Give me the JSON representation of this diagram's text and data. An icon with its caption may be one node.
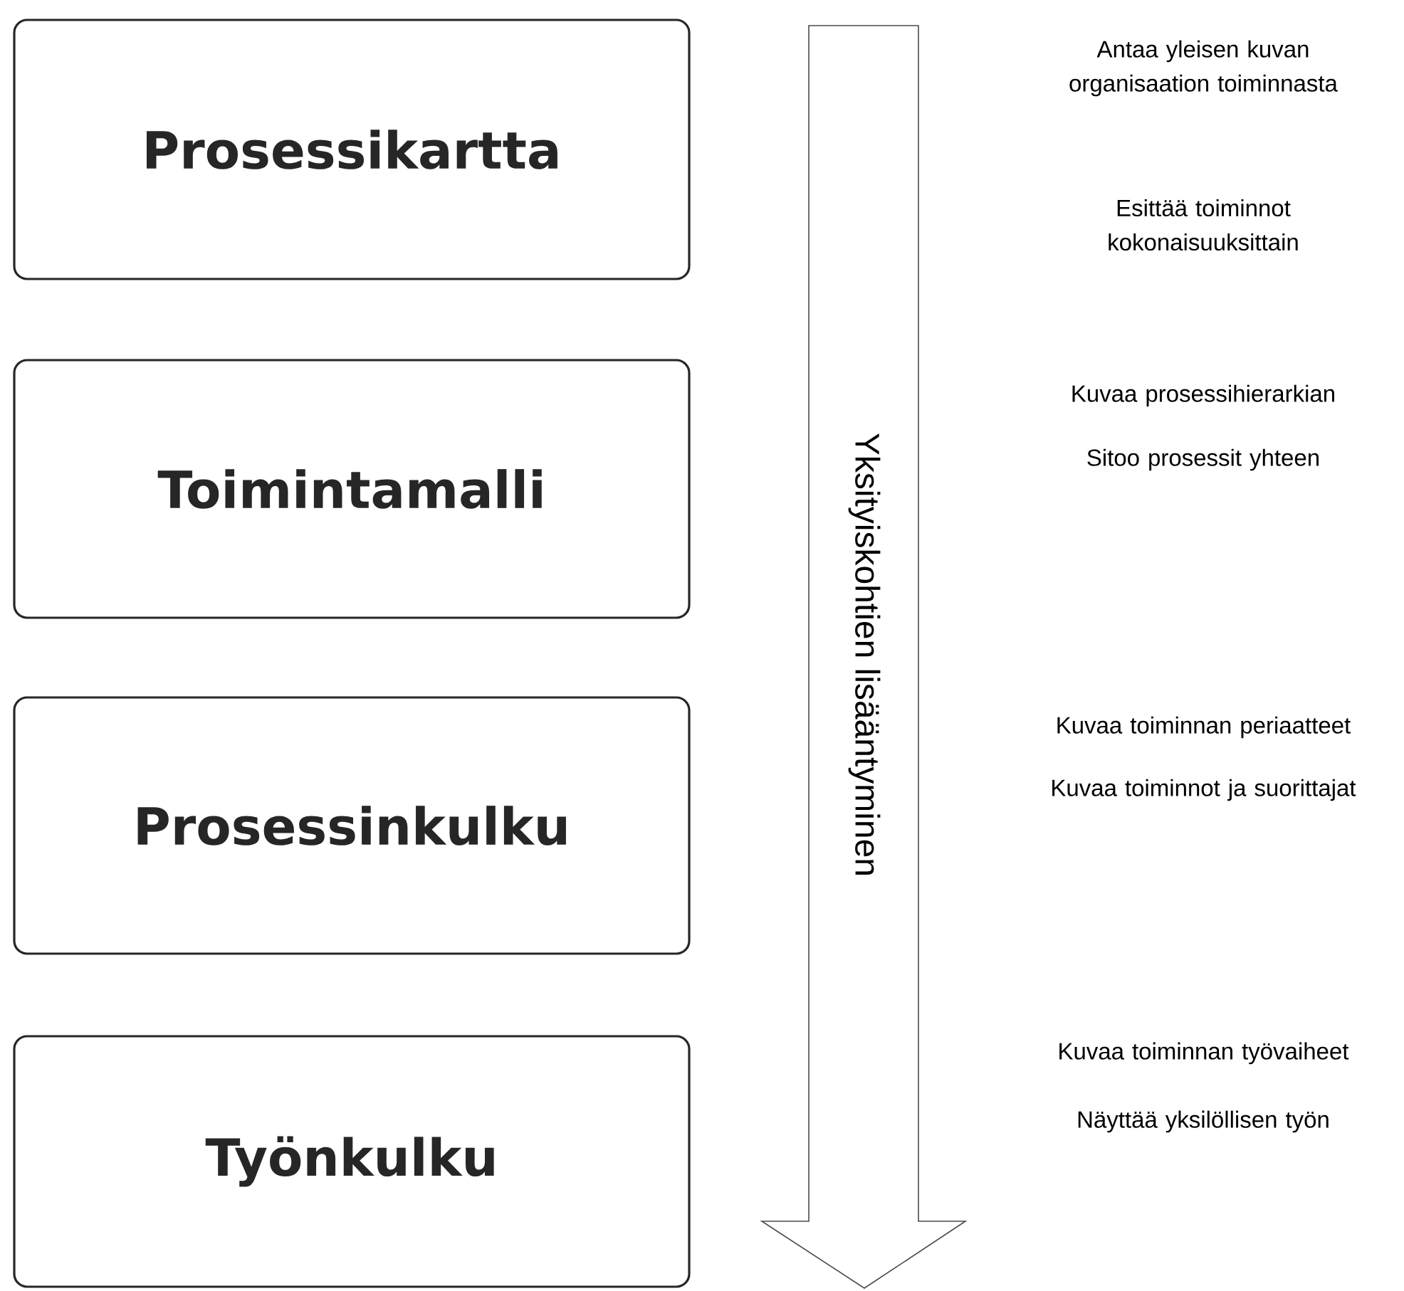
{
  "diagram": {
    "nodes": [
      {
        "text": [
          "Prosessikartta"
        ]
      },
      {
        "text": [
          "Toimintamalli"
        ]
      },
      {
        "text": [
          "Prosessinkulku"
        ]
      },
      {
        "text": [
          "Työnkulku"
        ]
      }
    ],
    "edges": [],
    "labels": [
      "Yksityiskohtien lisääntyminen",
      "Antaa yleisen kuvan organisaation toiminnasta",
      "Esittää toiminnot kokonaisuuksittain",
      "Kuvaa prosessihierarkian",
      "Sitoo prosessit yhteen",
      "Kuvaa toiminnan periaatteet",
      "Kuvaa toiminnot ja suorittajat",
      "Kuvaa toiminnan työvaiheet",
      "Näyttää yksilöllisen työn"
    ]
  }
}
